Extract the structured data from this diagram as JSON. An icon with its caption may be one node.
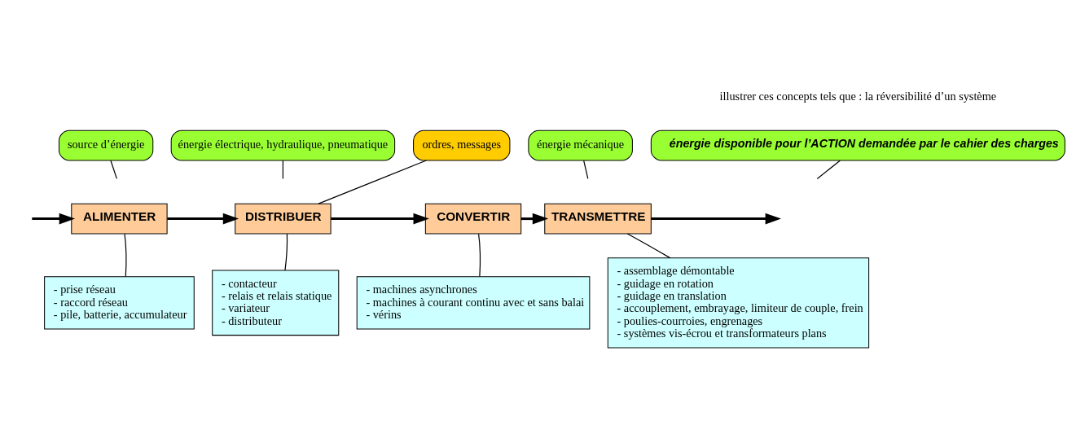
{
  "diagram": {
    "nodes": [
      {
        "text": [
          "ALIMENTER"
        ]
      },
      {
        "text": [
          "DISTRIBUER"
        ]
      },
      {
        "text": [
          "CONVERTIR"
        ]
      },
      {
        "text": [
          "TRANSMETTRE"
        ]
      },
      {
        "text": [
          "source d’énergie"
        ]
      },
      {
        "text": [
          "énergie électrique, hydraulique, pneumatique"
        ]
      },
      {
        "text": [
          "ordres, messages"
        ]
      },
      {
        "text": [
          "énergie mécanique"
        ]
      },
      {
        "text": [
          "énergie disponible pour l’ACTION demandée par le cahier des charges"
        ]
      },
      {
        "text": [
          "- prise réseau",
          "- raccord réseau",
          "- pile, batterie, accumulateur"
        ]
      },
      {
        "text": [
          "- contacteur",
          "- relais et relais statique",
          "- variateur",
          "- distributeur"
        ]
      },
      {
        "text": [
          "- machines asynchrones",
          "- machines à courant continu avec et sans balai",
          "- vérins"
        ]
      },
      {
        "text": [
          "- assemblage démontable",
          "- guidage en rotation",
          "- guidage en translation",
          "- accouplement, embrayage, limiteur de couple, frein",
          "- poulies-courroies, engrenages",
          "- systèmes vis-écrou et transformateurs plans"
        ]
      }
    ],
    "edges": [
      {
        "from": null,
        "to": 0,
        "arrow": "to"
      },
      {
        "from": 0,
        "to": 1,
        "arrow": "to"
      },
      {
        "from": 1,
        "to": 2,
        "arrow": "to"
      },
      {
        "from": 2,
        "to": 3,
        "arrow": "to"
      },
      {
        "from": 3,
        "to": null,
        "arrow": "to"
      },
      {
        "from": 4,
        "to": null,
        "arrow": "none"
      },
      {
        "from": 5,
        "to": null,
        "arrow": "none"
      },
      {
        "from": 6,
        "to": 1,
        "arrow": "none"
      },
      {
        "from": 7,
        "to": null,
        "arrow": "none"
      },
      {
        "from": 8,
        "to": null,
        "arrow": "none"
      },
      {
        "from": 9,
        "to": 0,
        "arrow": "none"
      },
      {
        "from": 10,
        "to": 1,
        "arrow": "none"
      },
      {
        "from": 11,
        "to": 2,
        "arrow": "none"
      },
      {
        "from": 12,
        "to": 3,
        "arrow": "none"
      }
    ],
    "labels": [
      "illustrer ces concepts tels que : la réversibilité d’un système"
    ]
  }
}
